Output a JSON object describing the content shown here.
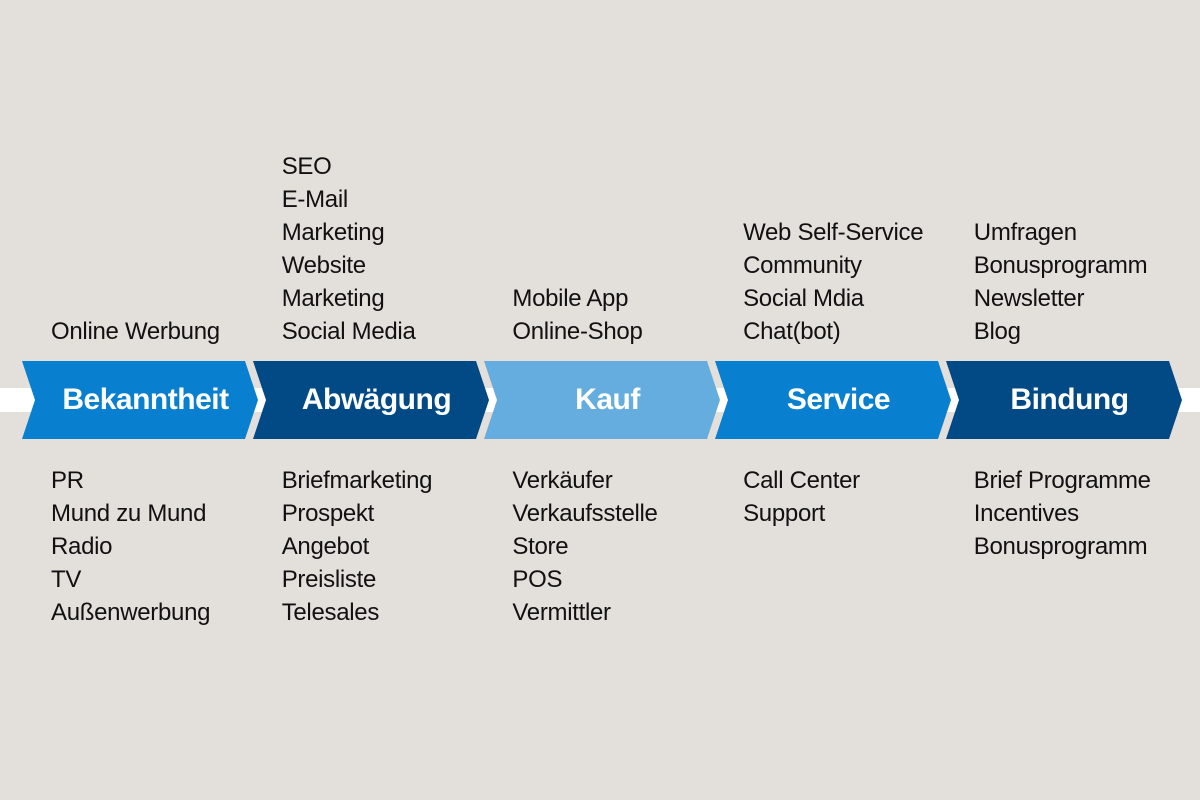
{
  "colors": {
    "background": "#e3dfdb",
    "mid_blue": "#0880cf",
    "dark_blue": "#014a86",
    "light_blue": "#66addf"
  },
  "stages": [
    {
      "label": "Bekanntheit",
      "color": "#0880cf",
      "top": [
        "Online Werbung"
      ],
      "bottom": [
        "PR",
        "Mund zu Mund",
        "Radio",
        "TV",
        "Außenwerbung"
      ]
    },
    {
      "label": "Abwägung",
      "color": "#014a86",
      "top": [
        "SEO",
        "E-Mail",
        "Marketing",
        "Website",
        "Marketing",
        "Social Media"
      ],
      "bottom": [
        "Briefmarketing",
        "Prospekt",
        "Angebot",
        "Preisliste",
        "Telesales"
      ]
    },
    {
      "label": "Kauf",
      "color": "#66addf",
      "top": [
        "Mobile App",
        "Online-Shop"
      ],
      "bottom": [
        "Verkäufer",
        "Verkaufsstelle",
        "Store",
        "POS",
        "Vermittler"
      ]
    },
    {
      "label": "Service",
      "color": "#0880cf",
      "top": [
        "Web Self-Service",
        "Community",
        "Social Mdia",
        "Chat(bot)"
      ],
      "bottom": [
        "Call Center",
        "Support"
      ]
    },
    {
      "label": "Bindung",
      "color": "#014a86",
      "top": [
        "Umfragen",
        "Bonusprogramm",
        "Newsletter",
        "Blog"
      ],
      "bottom": [
        "Brief Programme",
        "Incentives",
        "Bonusprogramm"
      ]
    }
  ]
}
